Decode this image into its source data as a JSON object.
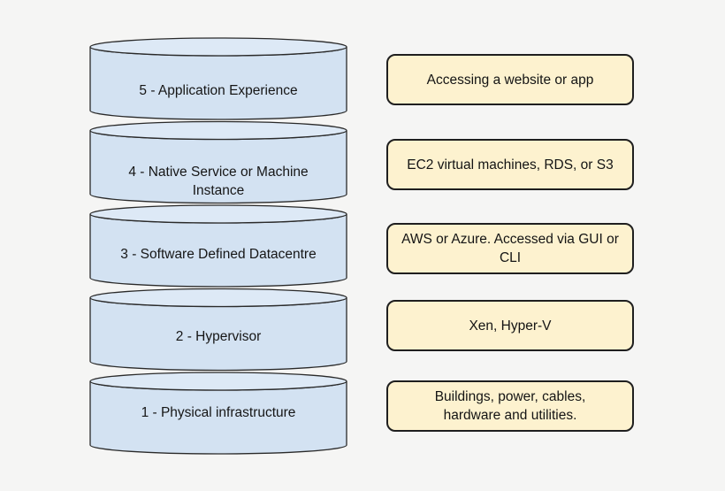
{
  "title": "Cloud infrastructure layers diagram",
  "colors": {
    "background": "#f5f5f4",
    "cylinder_fill": "#d3e2f2",
    "cylinder_lid_fill": "#dde9f6",
    "cylinder_stroke": "#2a2a2a",
    "note_fill": "#fdf2cf",
    "note_stroke": "#1f1f1f",
    "text": "#141414"
  },
  "diagram": {
    "rows": [
      {
        "layer": "5 - Application Experience",
        "note": "Accessing a website or app"
      },
      {
        "layer": "4 - Native Service or Machine Instance",
        "note": "EC2 virtual machines, RDS, or S3"
      },
      {
        "layer": "3 - Software Defined Datacentre",
        "note": "AWS or Azure. Accessed via GUI or CLI"
      },
      {
        "layer": "2 - Hypervisor",
        "note": "Xen, Hyper-V"
      },
      {
        "layer": "1 - Physical infrastructure",
        "note": "Buildings, power, cables, hardware and utilities."
      }
    ]
  }
}
